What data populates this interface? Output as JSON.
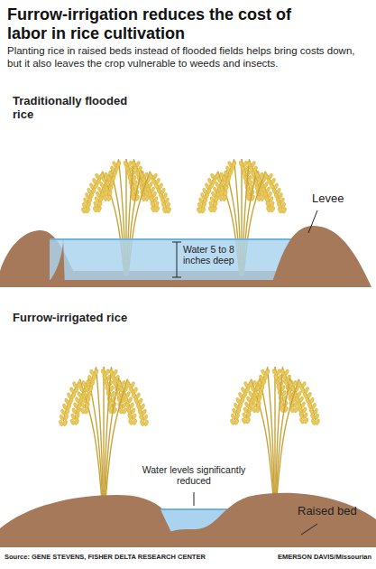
{
  "diagram": {
    "title": "Furrow-irrigation reduces the cost of labor in rice cultivation",
    "caption": "Planting rice in raised beds instead of flooded fields helps bring costs down, but it also leaves the crop vulnerable to weeds and insects.",
    "labels": [
      "Traditionally flooded rice",
      "Levee",
      "Water 5 to 8 inches deep",
      "Furrow-irrigated rice",
      "Water levels significantly reduced",
      "Raised bed",
      "Source: GENE STEVENS, FISHER DELTA RESEARCH CENTER",
      "EMERSON DAVIS/Missourian"
    ]
  }
}
